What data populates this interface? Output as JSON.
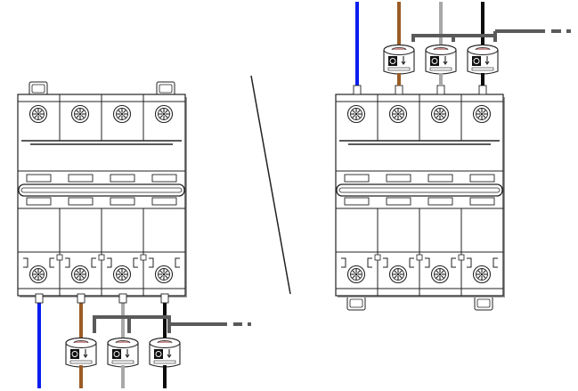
{
  "figure": {
    "left_assembly": {
      "module_count": 4,
      "sensor_position": "bottom"
    },
    "right_assembly": {
      "module_count": 4,
      "sensor_position": "top"
    }
  },
  "colors": {
    "outline": "#222222",
    "body_fill": "#ffffff",
    "shadow": "#9a9a9a",
    "sensor_cable": "#5a5a5a",
    "wires": [
      "#0a1ef0",
      "#9a5c26",
      "#a8a8a8",
      "#0d0d0d"
    ]
  },
  "wires": [
    {
      "name": "blue-wire",
      "color": "#0a1ef0"
    },
    {
      "name": "brown-wire",
      "color": "#9a5c26"
    },
    {
      "name": "grey-wire",
      "color": "#a8a8a8"
    },
    {
      "name": "black-wire",
      "color": "#0d0d0d"
    }
  ],
  "sensors": [
    {
      "name": "current-sensor-1"
    },
    {
      "name": "current-sensor-2"
    },
    {
      "name": "current-sensor-3"
    }
  ],
  "icons": [
    "terminal-screw-icon",
    "current-sensor-icon",
    "arrow-down-icon"
  ]
}
